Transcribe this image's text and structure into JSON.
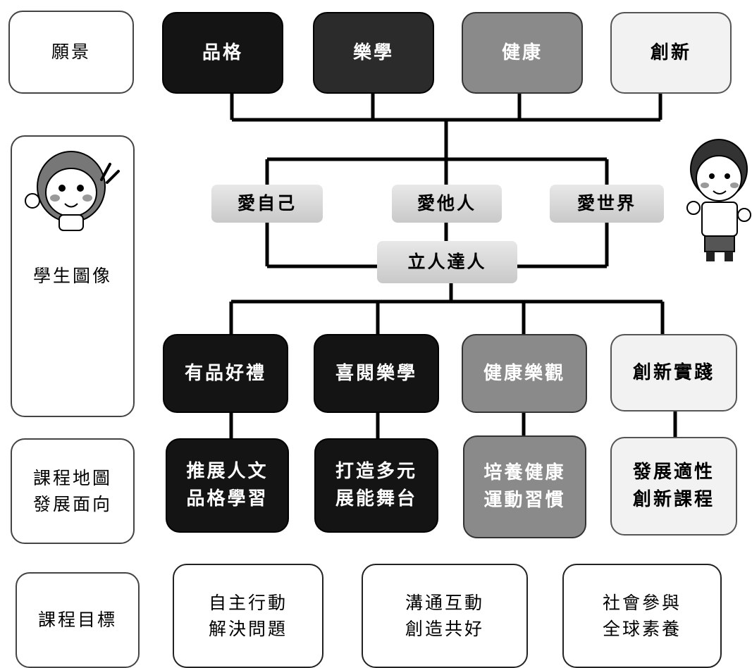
{
  "rows": {
    "vision_label": "願景",
    "student_image_label": "學生圖像",
    "curriculum_label": "課程地圖\n發展面向",
    "goals_label": "課程目標"
  },
  "vision": [
    "品格",
    "樂學",
    "健康",
    "創新"
  ],
  "love": [
    "愛自己",
    "愛他人",
    "愛世界"
  ],
  "center": "立人達人",
  "traits": [
    "有品好禮",
    "喜閱樂學",
    "健康樂觀",
    "創新實踐"
  ],
  "directions": [
    "推展人文\n品格學習",
    "打造多元\n展能舞台",
    "培養健康\n運動習慣",
    "發展適性\n創新課程"
  ],
  "goals": [
    "自主行動\n解決問題",
    "溝通互動\n創造共好",
    "社會參與\n全球素養"
  ],
  "colors": {
    "black": "#141414",
    "dark": "#2b2b2b",
    "mid": "#8a8a8a",
    "light": "#f2f2f2",
    "line": "#000000"
  },
  "illustrations": [
    "girl-cartoon",
    "boy-cartoon"
  ]
}
